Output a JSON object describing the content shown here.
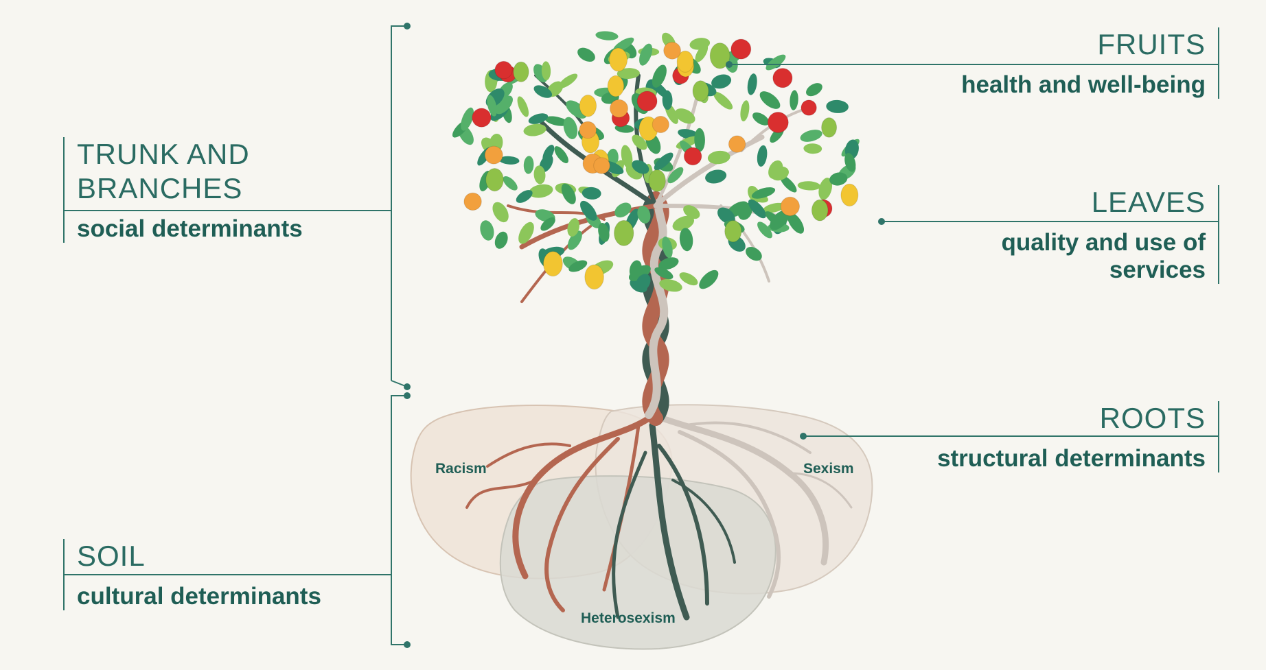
{
  "labels": {
    "trunk": {
      "heading": "TRUNK AND BRANCHES",
      "line1": "TRUNK AND",
      "line2": "BRANCHES",
      "sub": "social determinants"
    },
    "soil": {
      "heading": "SOIL",
      "sub": "cultural determinants"
    },
    "fruits": {
      "heading": "FRUITS",
      "sub": "health and well-being"
    },
    "leaves": {
      "heading": "LEAVES",
      "sub_line1": "quality and use of",
      "sub_line2": "services"
    },
    "roots": {
      "heading": "ROOTS",
      "sub": "structural determinants"
    }
  },
  "soil_regions": [
    "Racism",
    "Sexism",
    "Heterosexism"
  ],
  "colors": {
    "teal": "#2f7469",
    "trunk_red": "#b46650",
    "trunk_dark": "#3f5b52",
    "trunk_light": "#cdc4bc",
    "leaf_green": "#3f9d5c",
    "leaf_light": "#8cc65a",
    "fruit_red": "#d92f2f",
    "fruit_yellow": "#f2c531",
    "fruit_orange": "#f2a03d",
    "fruit_green": "#8fc148"
  }
}
